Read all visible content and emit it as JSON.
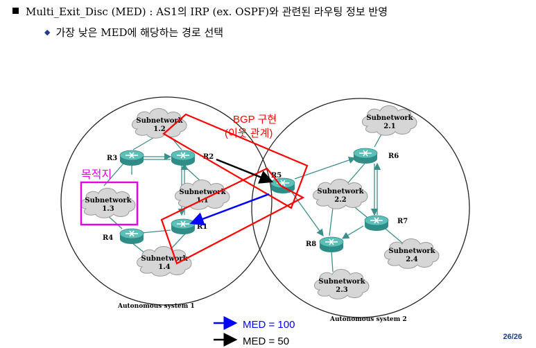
{
  "slide": {
    "bullet1": "Multi_Exit_Disc (MED) : AS1의 IRP (ex. OSPF)와 관련된 라우팅 정보 반영",
    "bullet2": "가장 낮은 MED에 해당하는 경로 선택",
    "page": "26/26"
  },
  "diagram": {
    "as1_label": "Autonomous system 1",
    "as2_label": "Autonomous system 2",
    "bgp_label_line1": "BGP 구현",
    "bgp_label_line2": "(이웃 관계)",
    "destination_label": "목적지",
    "routers": {
      "r1": "R1",
      "r2": "R2",
      "r3": "R3",
      "r4": "R4",
      "r5": "R5",
      "r6": "R6",
      "r7": "R7",
      "r8": "R8"
    },
    "subnets": {
      "s11": {
        "l1": "Subnetwork",
        "l2": "1.1"
      },
      "s12": {
        "l1": "Subnetwork",
        "l2": "1.2"
      },
      "s13": {
        "l1": "Subnetwork",
        "l2": "1.3"
      },
      "s14": {
        "l1": "Subnetwork",
        "l2": "1.4"
      },
      "s21": {
        "l1": "Subnetwork",
        "l2": "2.1"
      },
      "s22": {
        "l1": "Subnetwork",
        "l2": "2.2"
      },
      "s23": {
        "l1": "Subnetwork",
        "l2": "2.3"
      },
      "s24": {
        "l1": "Subnetwork",
        "l2": "2.4"
      }
    },
    "legend": {
      "blue_label": "MED = 100",
      "black_label": "MED = 50"
    },
    "colors": {
      "bgp_box": "#ff0000",
      "destination_box": "#e600e6",
      "med100_arrow": "#0000ff",
      "med50_arrow": "#000000",
      "router": "#3fa6a0",
      "cloud": "#d4d4d4",
      "link": "#3a8f8a"
    }
  }
}
